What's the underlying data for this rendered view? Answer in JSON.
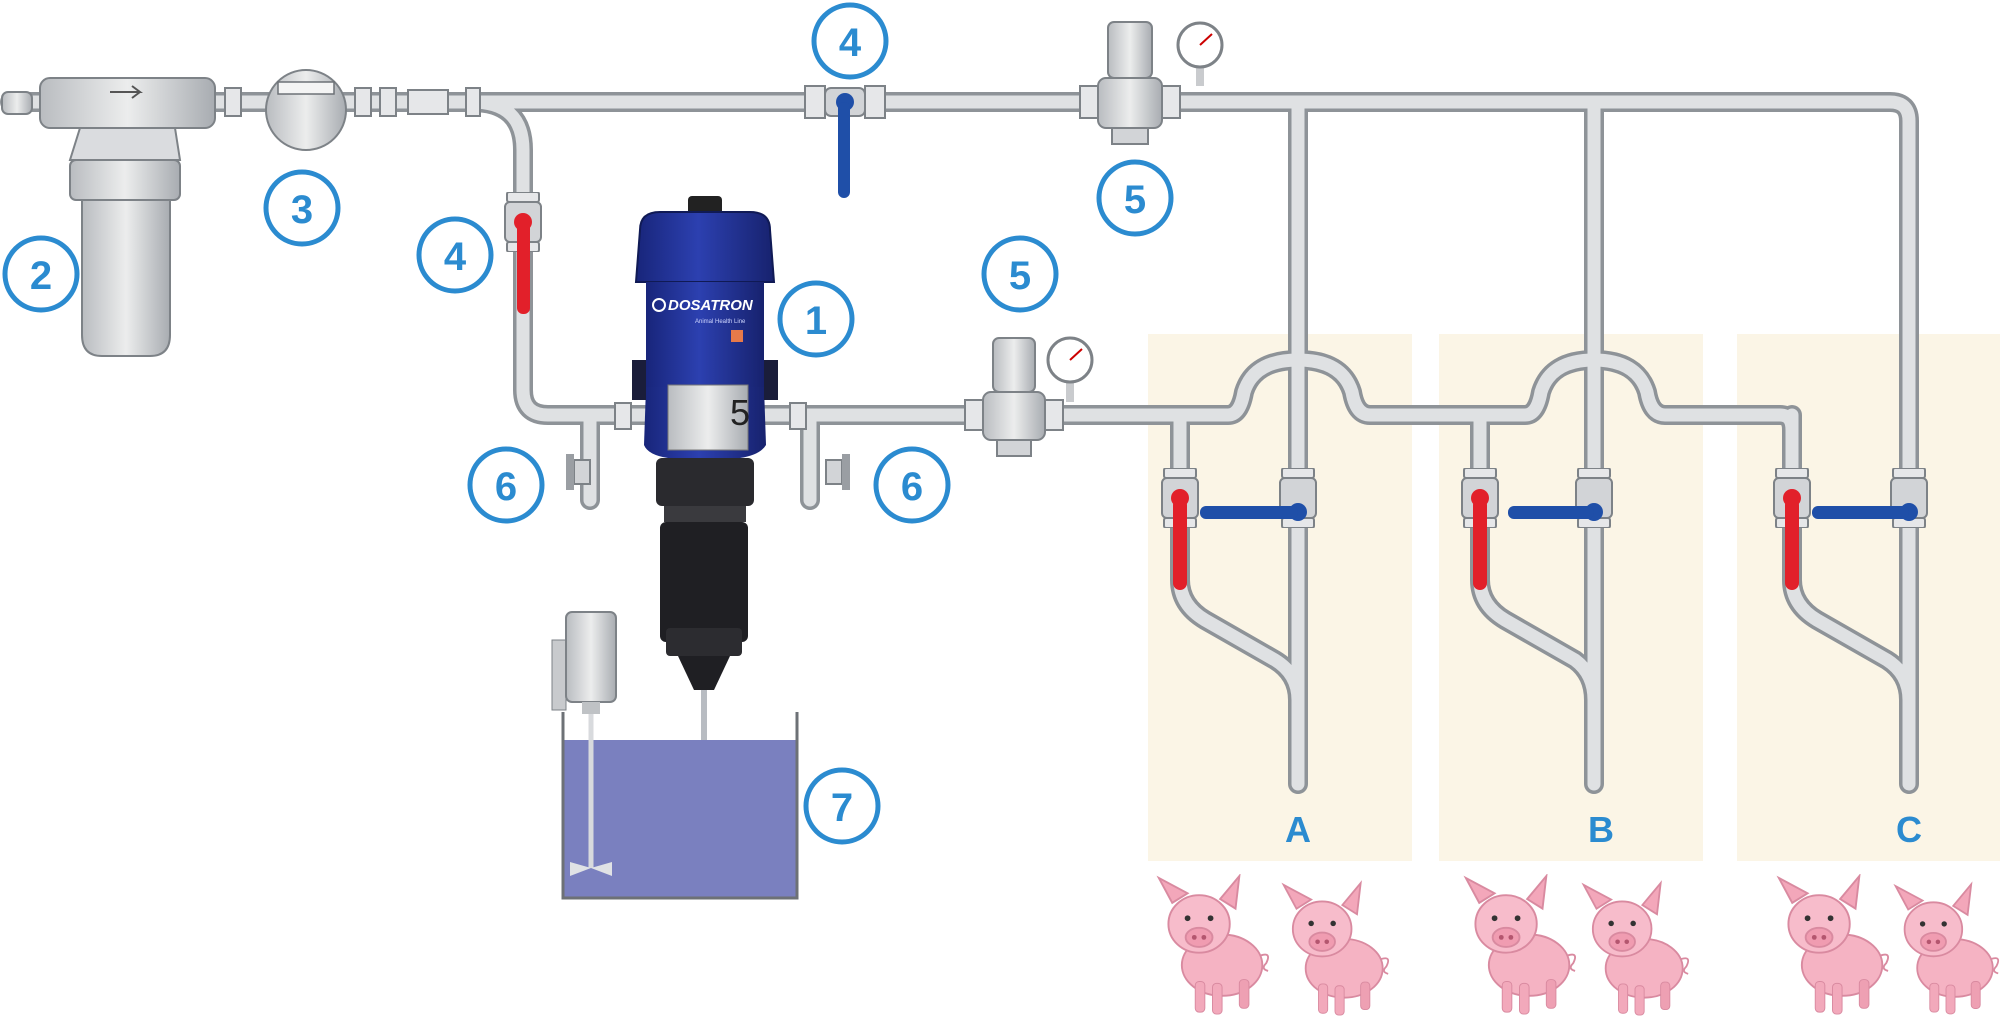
{
  "diagram": {
    "callouts": {
      "dosatron": "1",
      "filter": "2",
      "water_meter": "3",
      "valve_top": "4",
      "valve_bypass": "4",
      "regulator_top": "5",
      "regulator_mid": "5",
      "drain_left": "6",
      "drain_right": "6",
      "tank": "7"
    },
    "dosatron": {
      "brand": "DOSATRON",
      "subtitle": "Animal Health Line",
      "model_number": "5"
    },
    "rooms": [
      {
        "label": "A"
      },
      {
        "label": "B"
      },
      {
        "label": "C"
      }
    ],
    "colors": {
      "accent": "#2b8bd0",
      "room_bg": "#fbf5e6",
      "valve_red": "#e2202a",
      "valve_blue": "#1f4fa8",
      "dosatron_blue": "#22339a",
      "tank_liquid": "#7a80bf"
    }
  }
}
